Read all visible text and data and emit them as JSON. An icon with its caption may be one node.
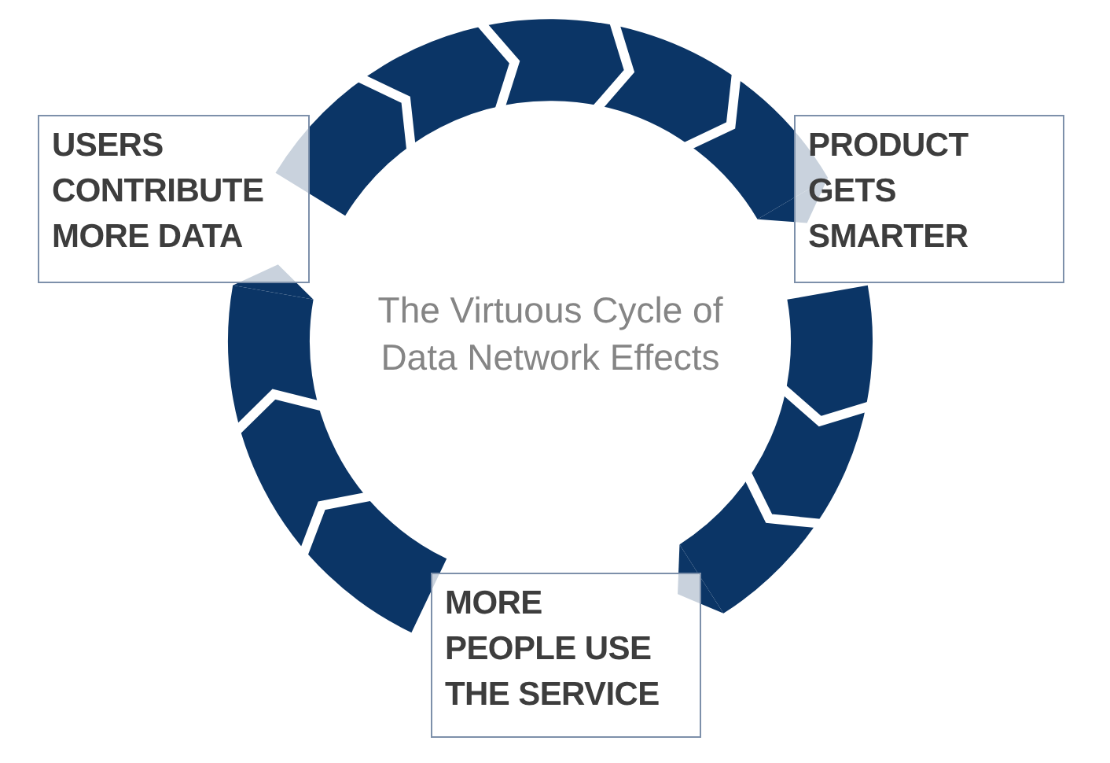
{
  "diagram": {
    "title": "The Virtuous Cycle of Data Network Effects",
    "nodes": [
      {
        "text": [
          "USERS CONTRIBUTE MORE DATA"
        ]
      },
      {
        "text": [
          "PRODUCT GETS SMARTER"
        ]
      },
      {
        "text": [
          "MORE PEOPLE USE THE SERVICE"
        ]
      }
    ],
    "edges": [
      {
        "from": 0,
        "to": 1,
        "arrow": "to"
      },
      {
        "from": 1,
        "to": 2,
        "arrow": "to"
      },
      {
        "from": 2,
        "to": 0,
        "arrow": "to"
      }
    ]
  }
}
